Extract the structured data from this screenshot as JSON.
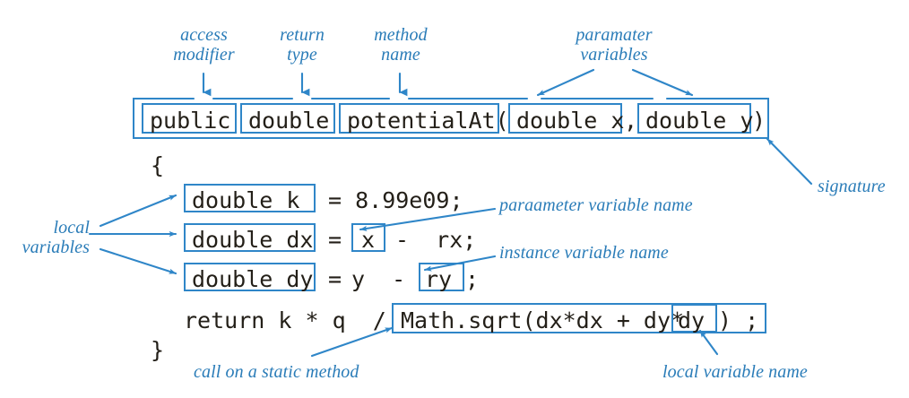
{
  "meta": {
    "title": "Anatomy of a Java method declaration",
    "accent_color": "#2f86c8",
    "label_color": "#2a7cb8",
    "code_color": "#231f18",
    "background": "#ffffff"
  },
  "code": {
    "signature": {
      "access_modifier": "public",
      "return_type": "double",
      "method_name_and_open_paren": "potentialAt(",
      "param1": "double x",
      "comma": ",",
      "param2": "double y",
      "close_paren": ")"
    },
    "open_brace": "{",
    "close_brace": "}",
    "lines": [
      {
        "boxed_decl": "double k ",
        "rest": "= 8.99e09;"
      },
      {
        "boxed_decl": "double dx",
        "eq": "=",
        "boxed_token": "x",
        "rest": "-  rx;"
      },
      {
        "boxed_decl": "double dy",
        "eq": "=",
        "mid": "y  -",
        "boxed_token": "ry",
        "rest": ";"
      }
    ],
    "return_line": {
      "prefix": "return k * q  /",
      "boxed_expr_a": "Math.sqrt(dx*dx + dy*",
      "boxed_token": "dy",
      "boxed_expr_b": ") ;"
    }
  },
  "labels": {
    "access_modifier": "access\nmodifier",
    "return_type": "return\ntype",
    "method_name": "method\nname",
    "parameter_variables": "paramater\nvariables",
    "signature": "signature",
    "local_variables": "local\nvariables",
    "parameter_variable_name": "paraameter variable name",
    "instance_variable_name": "instance variable name",
    "call_on_static_method": "call on a static method",
    "local_variable_name": "local variable name"
  }
}
